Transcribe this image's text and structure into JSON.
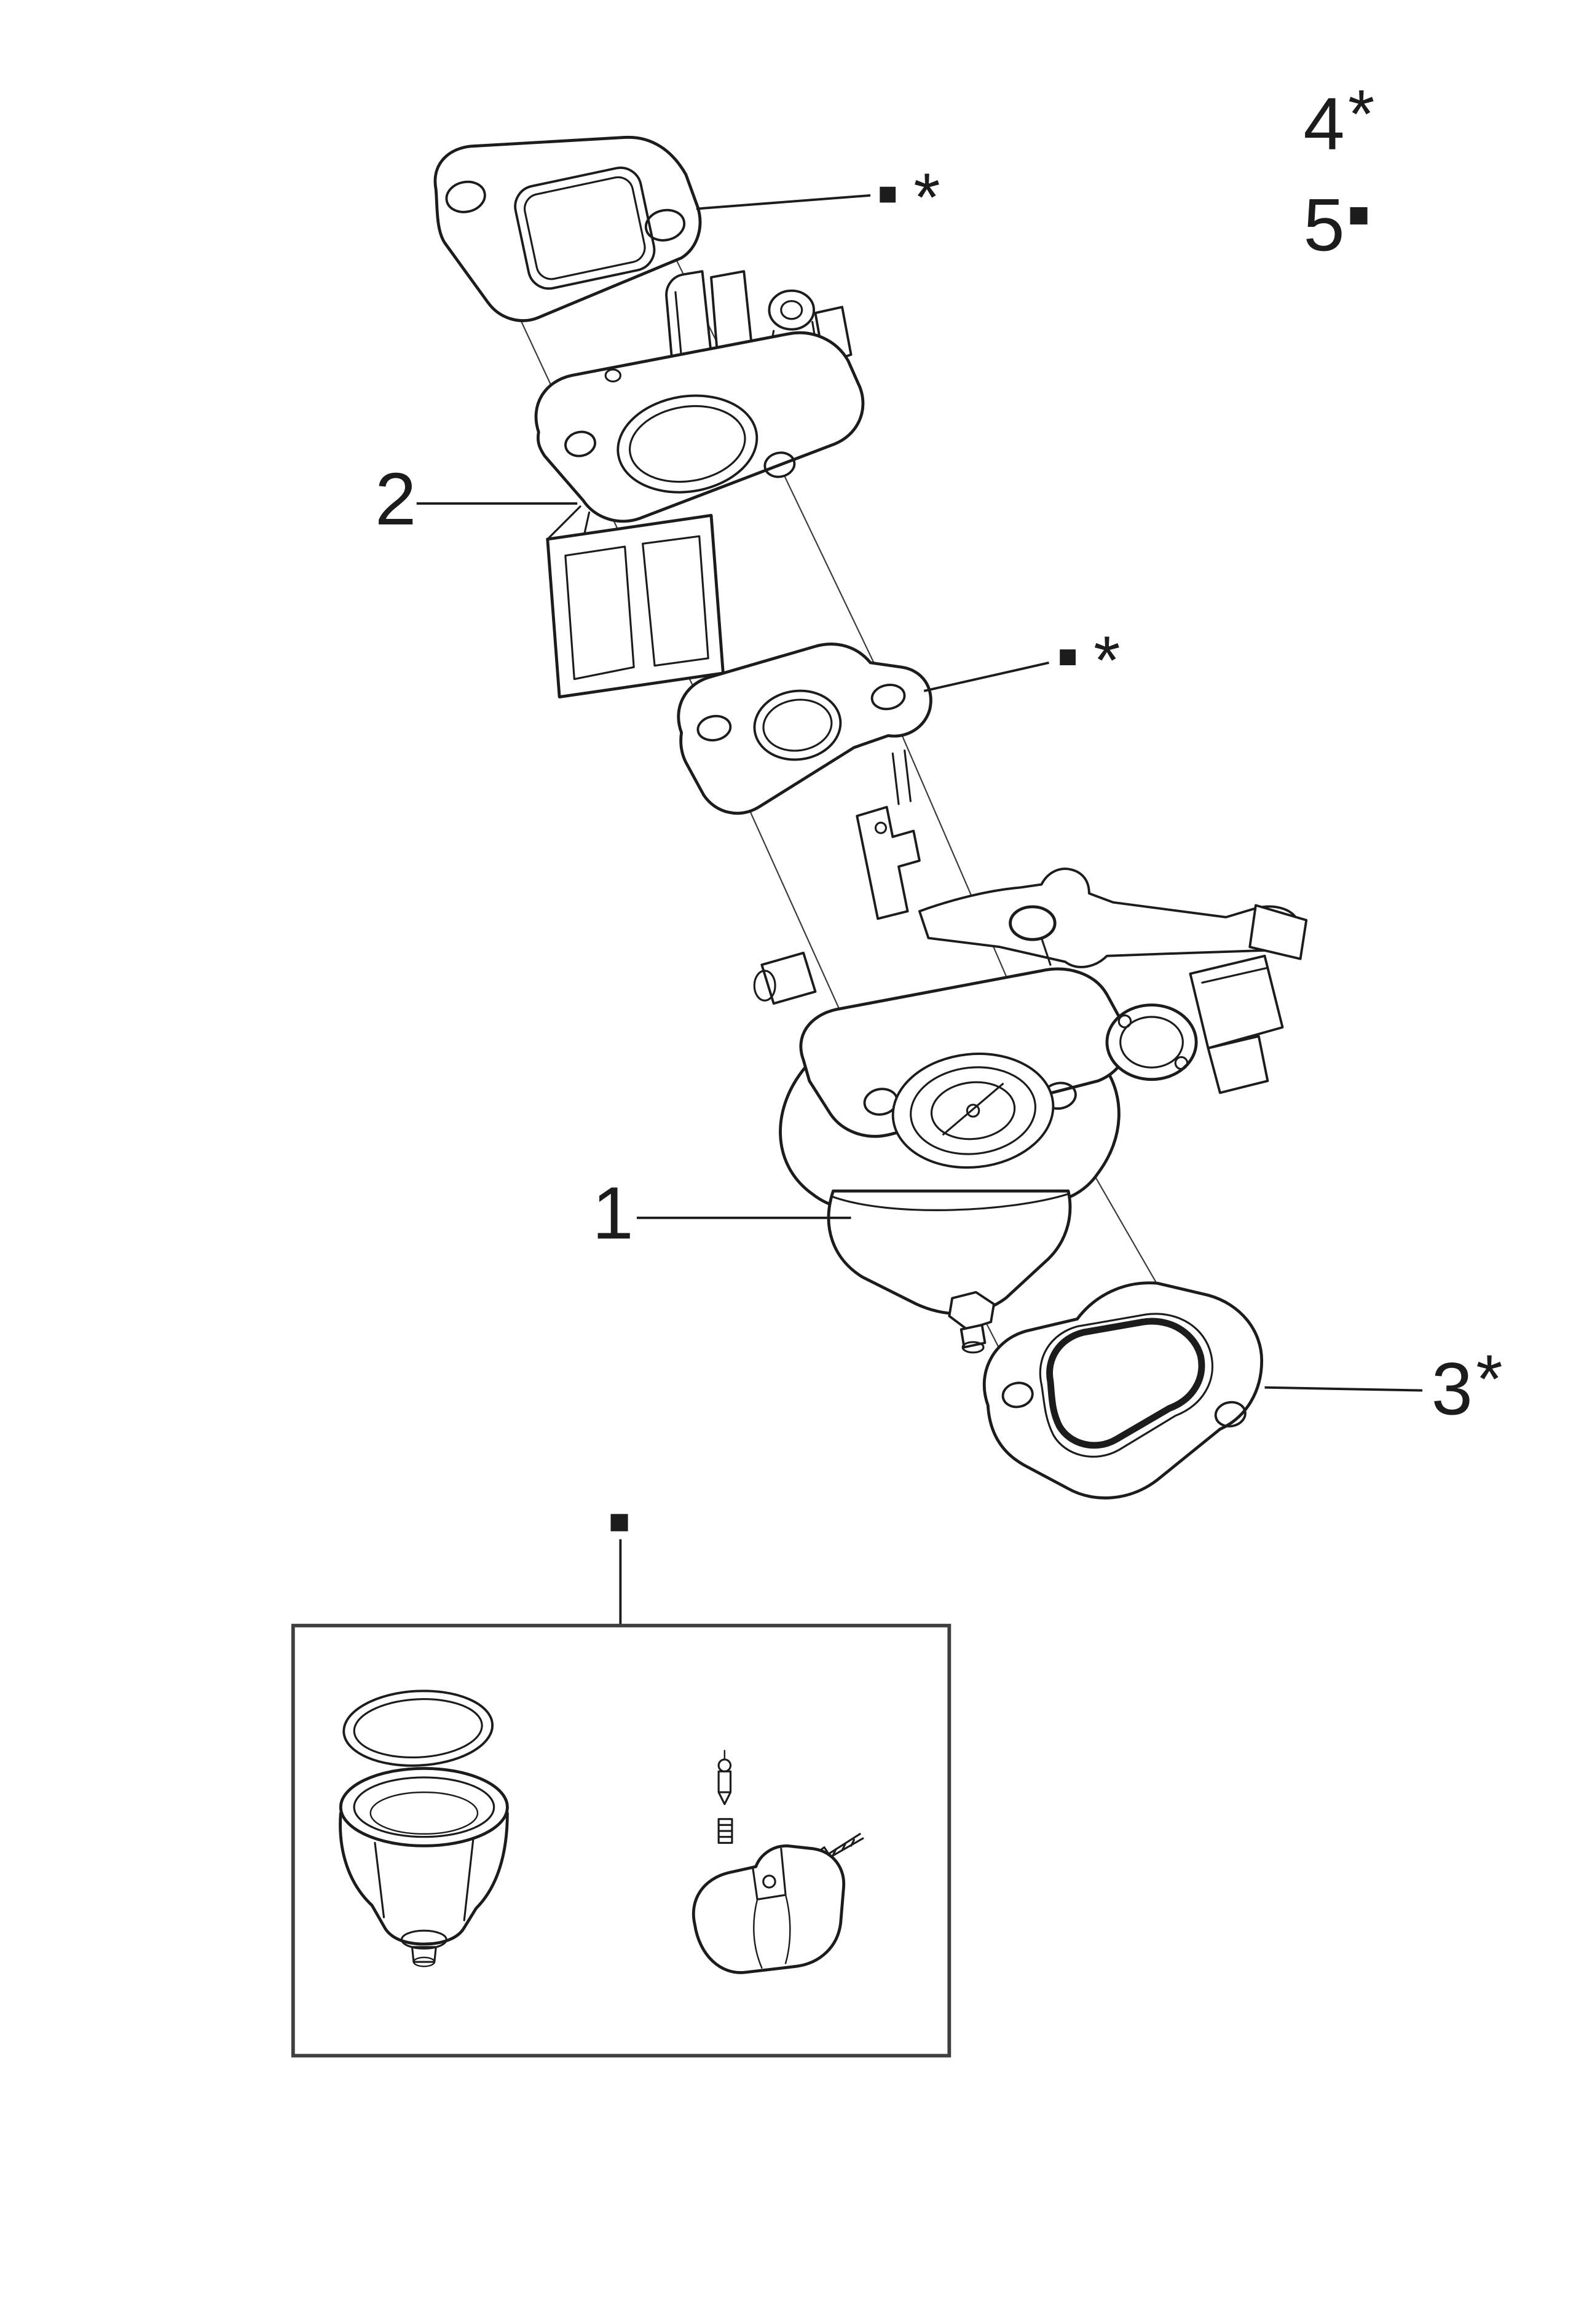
{
  "page": {
    "bg": "#ffffff",
    "ink": "#1c1c1c"
  },
  "labels": {
    "part1": "1",
    "part2": "2",
    "part3": "3",
    "part3_star": "*",
    "part4": "4",
    "part4_star": "*",
    "part5": "5",
    "part5_square": "■",
    "callout_top_square": "■",
    "callout_top_star": "*",
    "callout_mid_square": "■",
    "callout_mid_star": "*",
    "kit_square": "■"
  }
}
